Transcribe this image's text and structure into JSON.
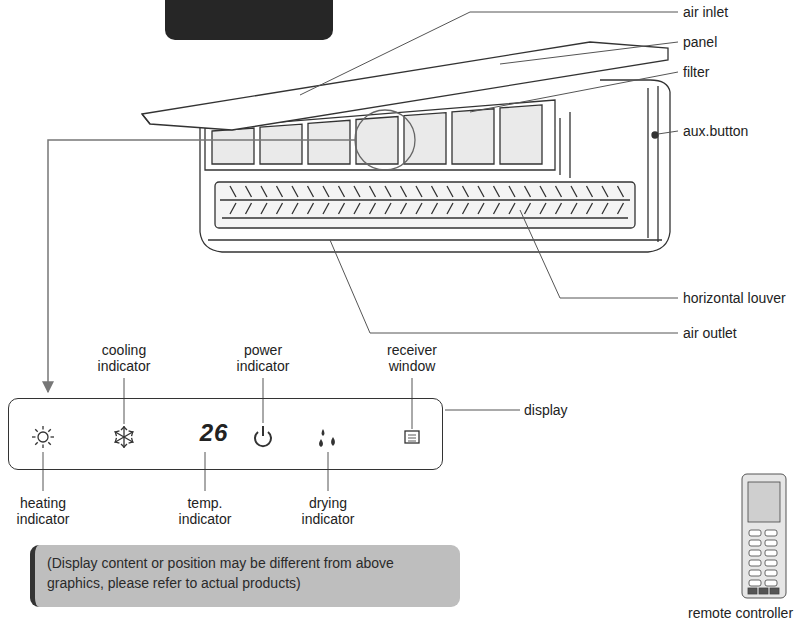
{
  "diagram": {
    "nodes": [
      {
        "text": [
          "26"
        ]
      },
      {
        "text": [
          "(Display content or position may be different from above graphics, please refer to actual products)"
        ]
      }
    ],
    "labels": [
      "air inlet",
      "panel",
      "filter",
      "aux.button",
      "horizontal louver",
      "air outlet",
      "cooling indicator",
      "power indicator",
      "receiver window",
      "display",
      "heating indicator",
      "temp. indicator",
      "drying indicator",
      "remote controller"
    ]
  }
}
